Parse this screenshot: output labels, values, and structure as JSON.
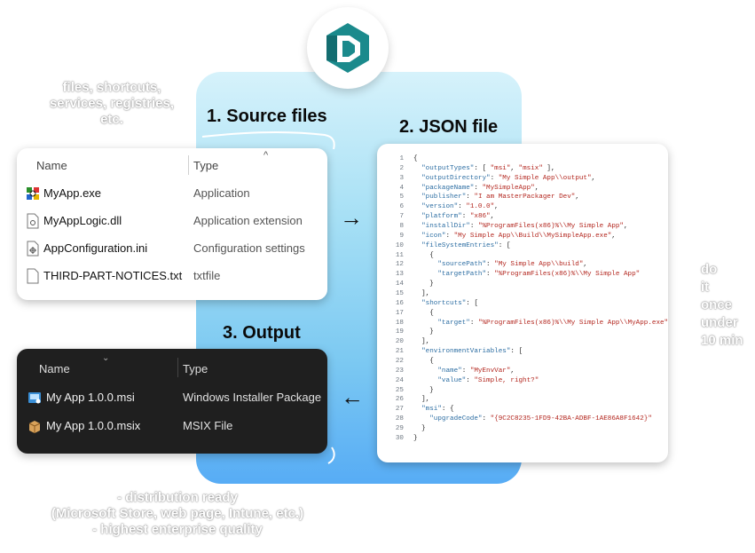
{
  "top_left_note": [
    "files, shortcuts,",
    "services, registries,",
    "etc."
  ],
  "headings": {
    "source": "1. Source files",
    "json": "2. JSON file",
    "output": "3. Output"
  },
  "source_table": {
    "col_name": "Name",
    "col_type": "Type",
    "rows": [
      {
        "name": "MyApp.exe",
        "type": "Application",
        "icon": "application-exe-icon"
      },
      {
        "name": "MyAppLogic.dll",
        "type": "Application extension",
        "icon": "dll-file-icon"
      },
      {
        "name": "AppConfiguration.ini",
        "type": "Configuration settings",
        "icon": "ini-file-icon"
      },
      {
        "name": "THIRD-PART-NOTICES.txt",
        "type": "txtfile",
        "icon": "text-file-icon"
      }
    ]
  },
  "output_table": {
    "col_name": "Name",
    "col_type": "Type",
    "rows": [
      {
        "name": "My App 1.0.0.msi",
        "type": "Windows Installer Package",
        "icon": "msi-package-icon"
      },
      {
        "name": "My App 1.0.0.msix",
        "type": "MSIX File",
        "icon": "msix-package-icon"
      }
    ]
  },
  "json_code": [
    "{",
    "  \"outputTypes\": [ \"msi\", \"msix\" ],",
    "  \"outputDirectory\": \"My Simple App\\\\output\",",
    "  \"packageName\": \"MySimpleApp\",",
    "  \"publisher\": \"I am MasterPackager Dev\",",
    "  \"version\": \"1.0.0\",",
    "  \"platform\": \"x86\",",
    "  \"installDir\": \"%ProgramFiles(x86)%\\\\My Simple App\",",
    "  \"icon\": \"My Simple App\\\\Build\\\\MySimpleApp.exe\",",
    "  \"fileSystemEntries\": [",
    "    {",
    "      \"sourcePath\": \"My Simple App\\\\build\",",
    "      \"targetPath\": \"%ProgramFiles(x86)%\\\\My Simple App\"",
    "    }",
    "  ],",
    "  \"shortcuts\": [",
    "    {",
    "      \"target\": \"%ProgramFiles(x86)%\\\\My Simple App\\\\MyApp.exe\"",
    "    }",
    "  ],",
    "  \"environmentVariables\": [",
    "    {",
    "      \"name\": \"MyEnvVar\",",
    "      \"value\": \"Simple, right?\"",
    "    }",
    "  ],",
    "  \"msi\": {",
    "    \"upgradeCode\": \"{9C2C8235-1FD9-42BA-ADBF-1AE86A8F1642}\"",
    "  }",
    "}"
  ],
  "right_note": [
    "do",
    "it",
    "once",
    "under",
    "10 min"
  ],
  "bottom_note": [
    "- distribution ready",
    "(Microsoft Store, web page, Intune, etc.)",
    "- highest enterprise quality"
  ],
  "colors": {
    "accent": "#1b8a8c",
    "panel_top": "#d6f2fb",
    "panel_bottom": "#57acf5",
    "dark_card": "#1f1f1f"
  }
}
